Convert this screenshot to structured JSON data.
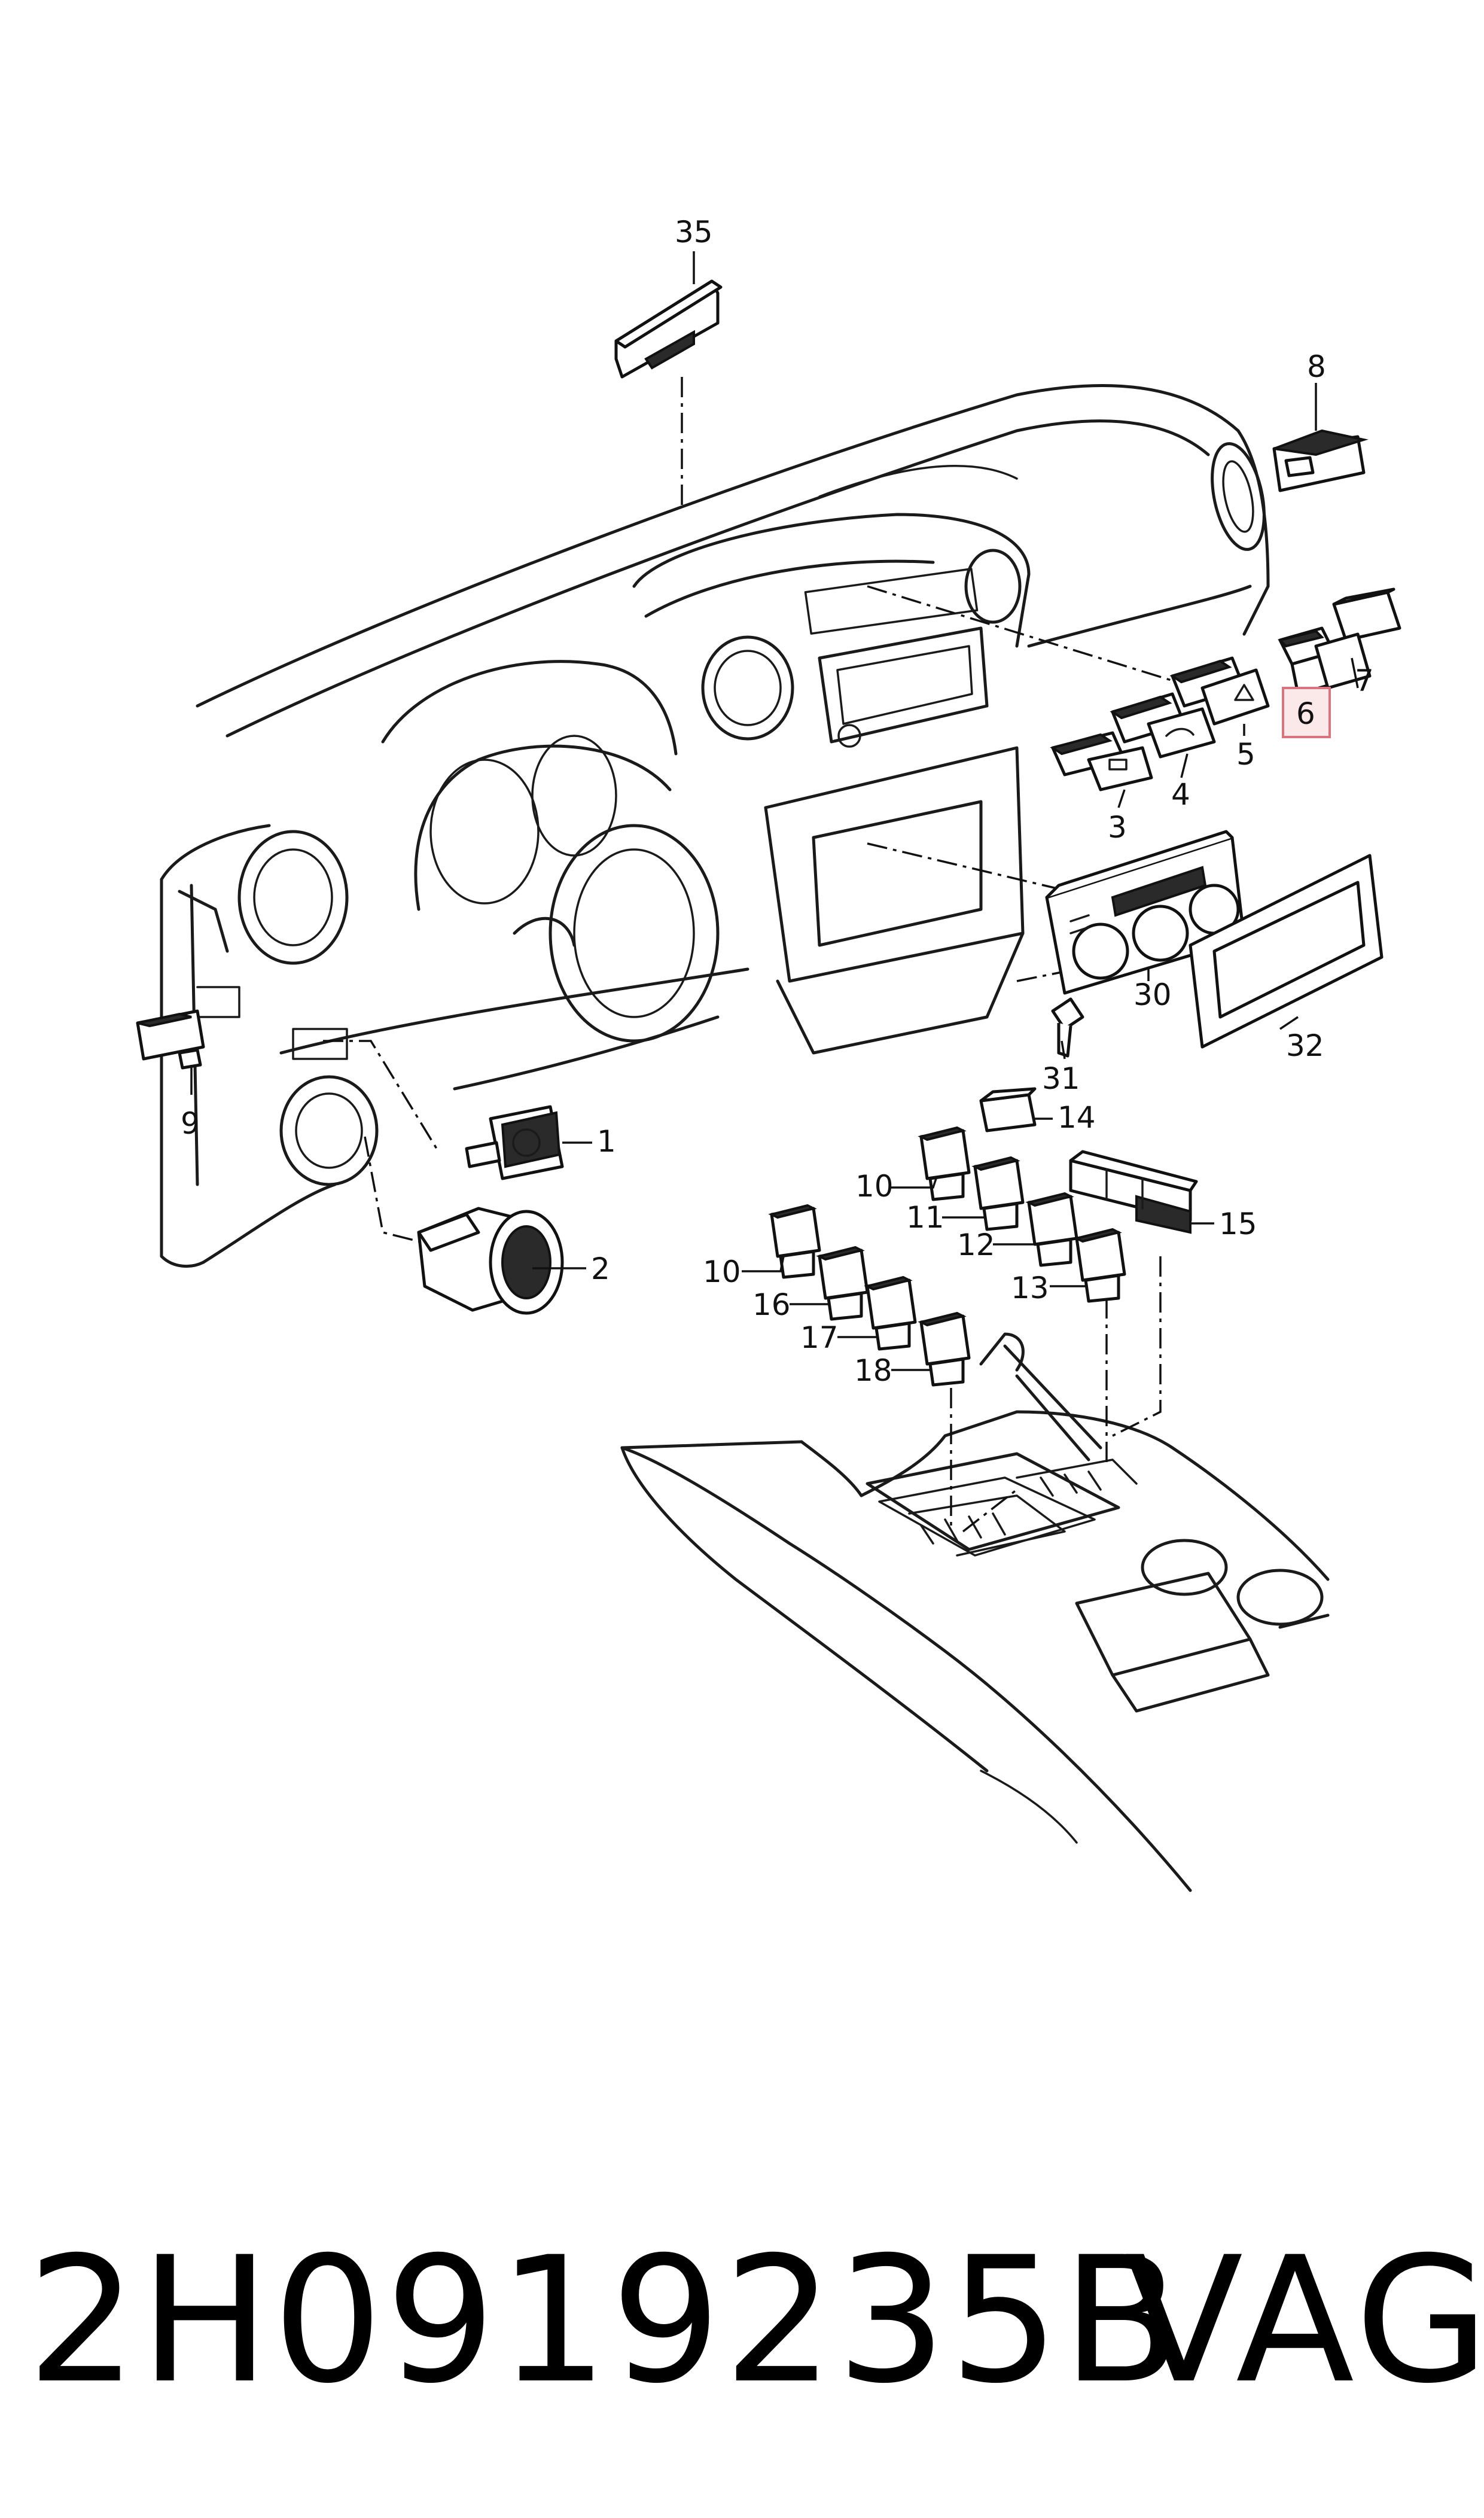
{
  "footer": {
    "part_number": "2H0919235B",
    "brand": "VAG"
  },
  "callouts": {
    "c35": "35",
    "c8": "8",
    "c7": "7",
    "c6": "6",
    "c5": "5",
    "c4": "4",
    "c3": "3",
    "c30": "30",
    "c32": "32",
    "c31": "31",
    "c9": "9",
    "c1": "1",
    "c2": "2",
    "c14": "14",
    "c10a": "10",
    "c11": "11",
    "c12": "12",
    "c13": "13",
    "c15": "15",
    "c10b": "10",
    "c16": "16",
    "c17": "17",
    "c18": "18"
  },
  "highlighted_callout": "6",
  "colors": {
    "line": "#111111",
    "highlight_fill": "#fbe9ea",
    "highlight_stroke": "#d9737d"
  }
}
